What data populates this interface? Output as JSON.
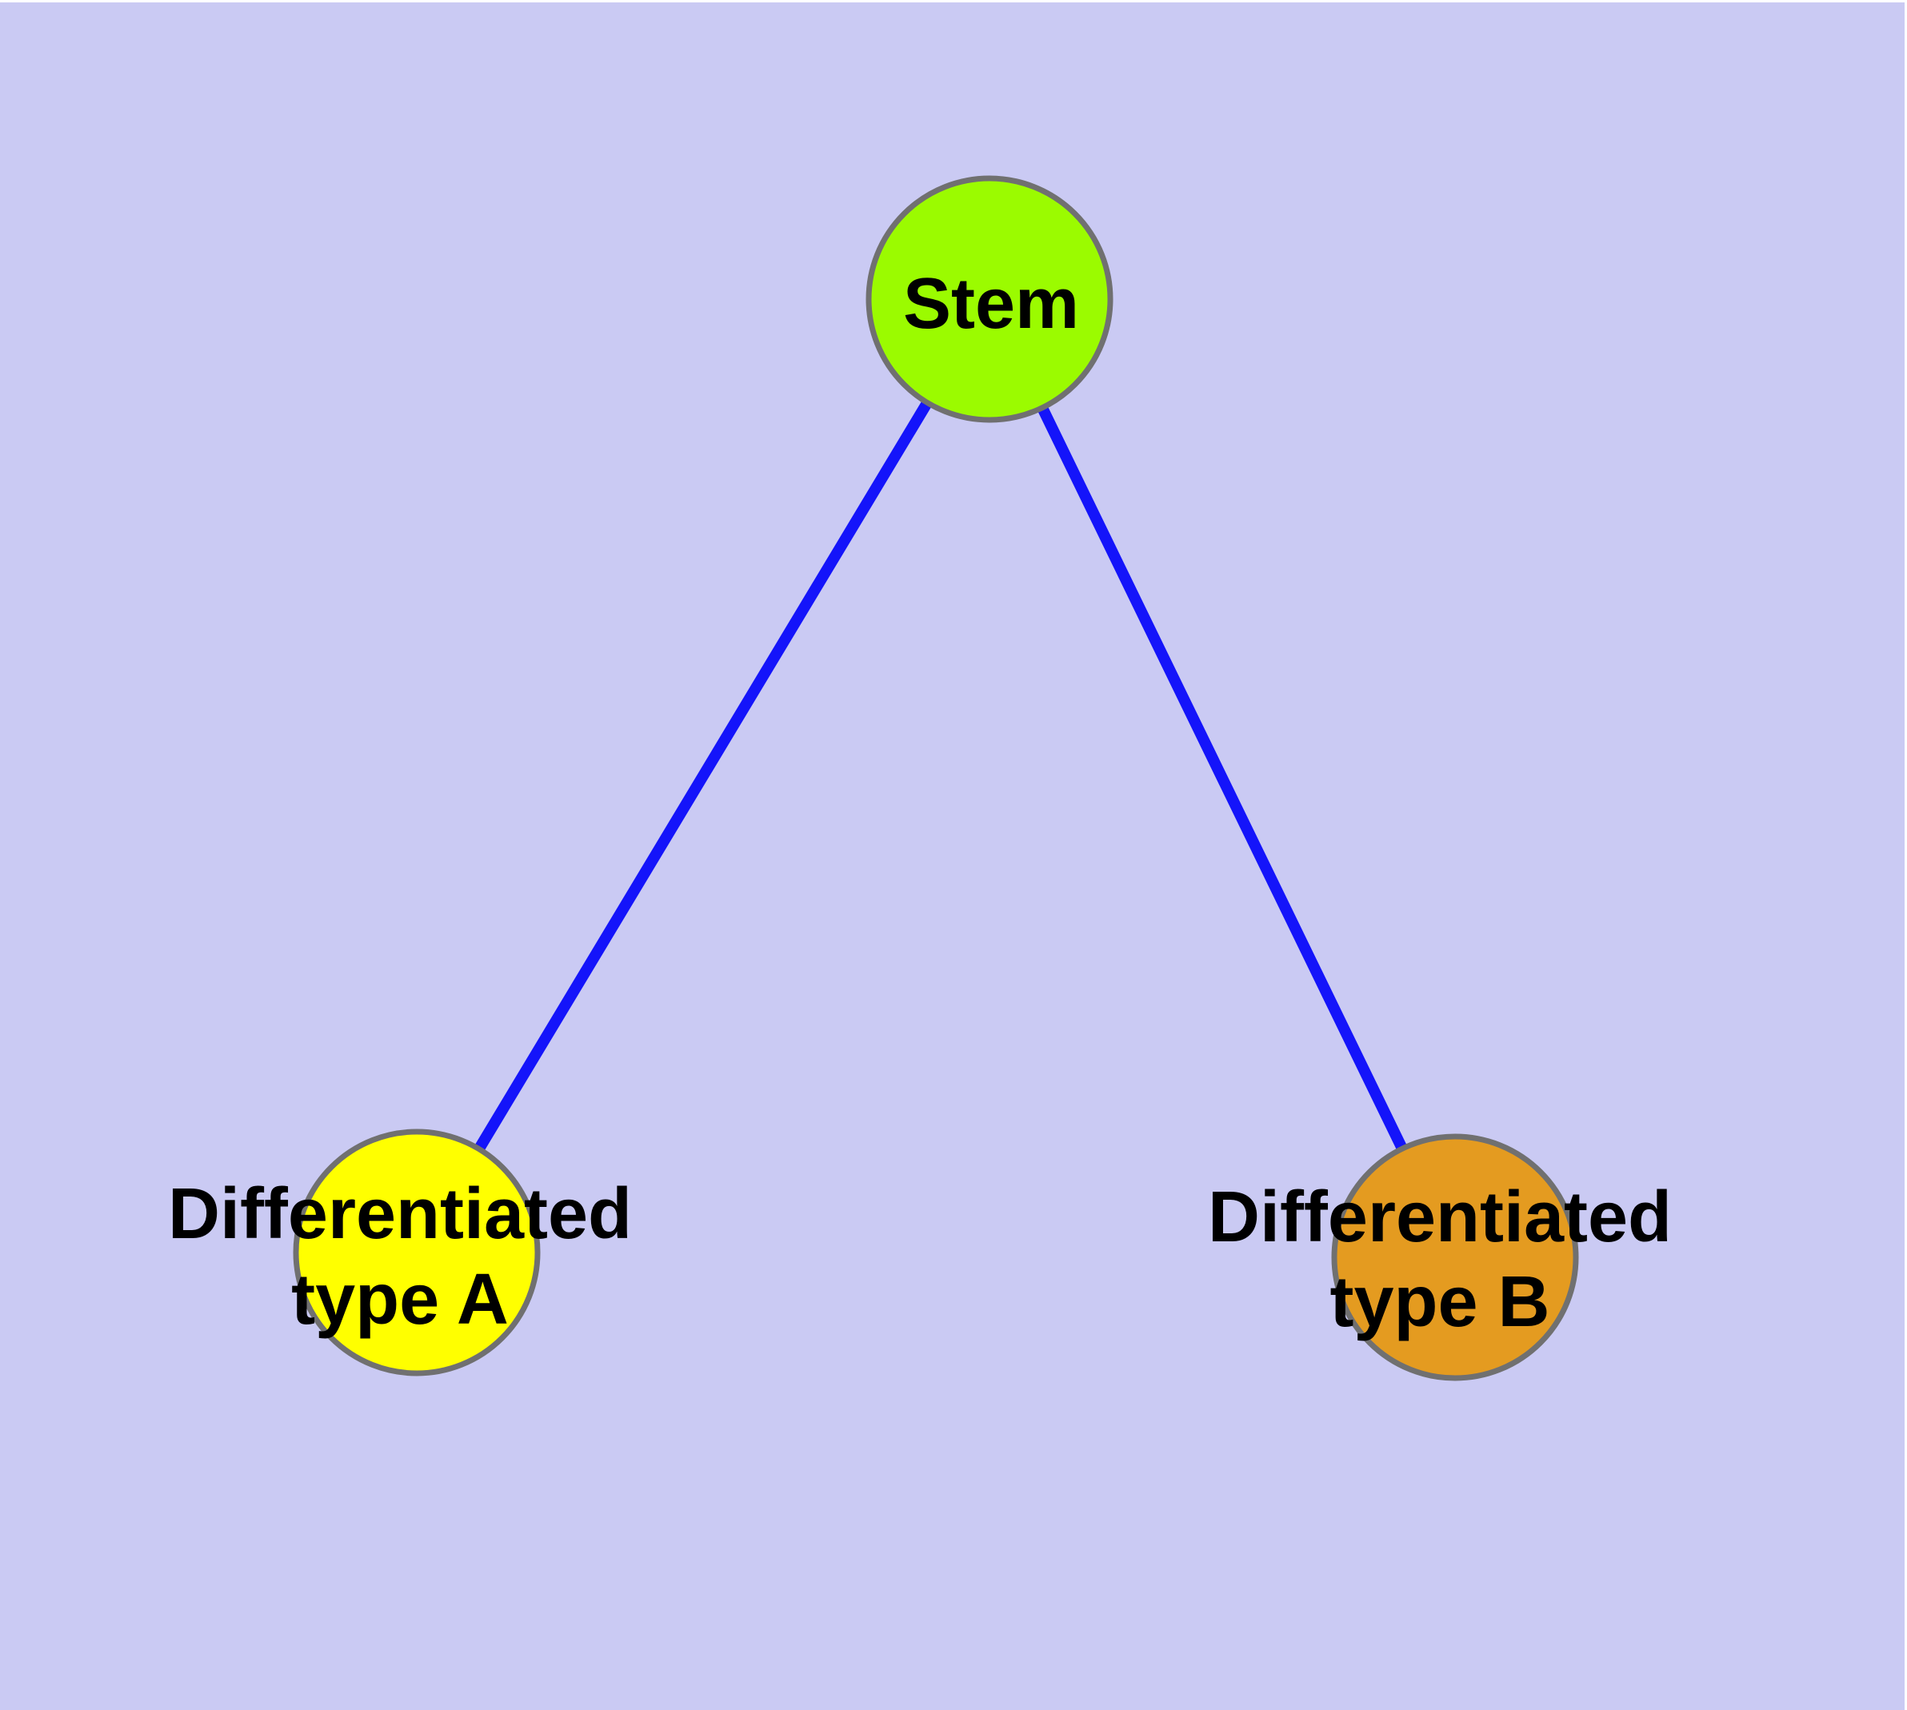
{
  "diagram": {
    "type": "node-link-graph",
    "background_color": "#CACAF3",
    "edge_color": "#1414FA",
    "node_border_color": "#707070",
    "text_color": "#000000",
    "nodes": [
      {
        "id": "stem",
        "label": "Stem",
        "color": "#9BFB00"
      },
      {
        "id": "type-a",
        "label_line1": "Differentiated",
        "label_line2": "type A",
        "color": "#FFFF00"
      },
      {
        "id": "type-b",
        "label_line1": "Differentiated",
        "label_line2": "type B",
        "color": "#E49B20"
      }
    ],
    "edges": [
      {
        "from": "stem",
        "to": "type-a"
      },
      {
        "from": "stem",
        "to": "type-b"
      }
    ]
  }
}
